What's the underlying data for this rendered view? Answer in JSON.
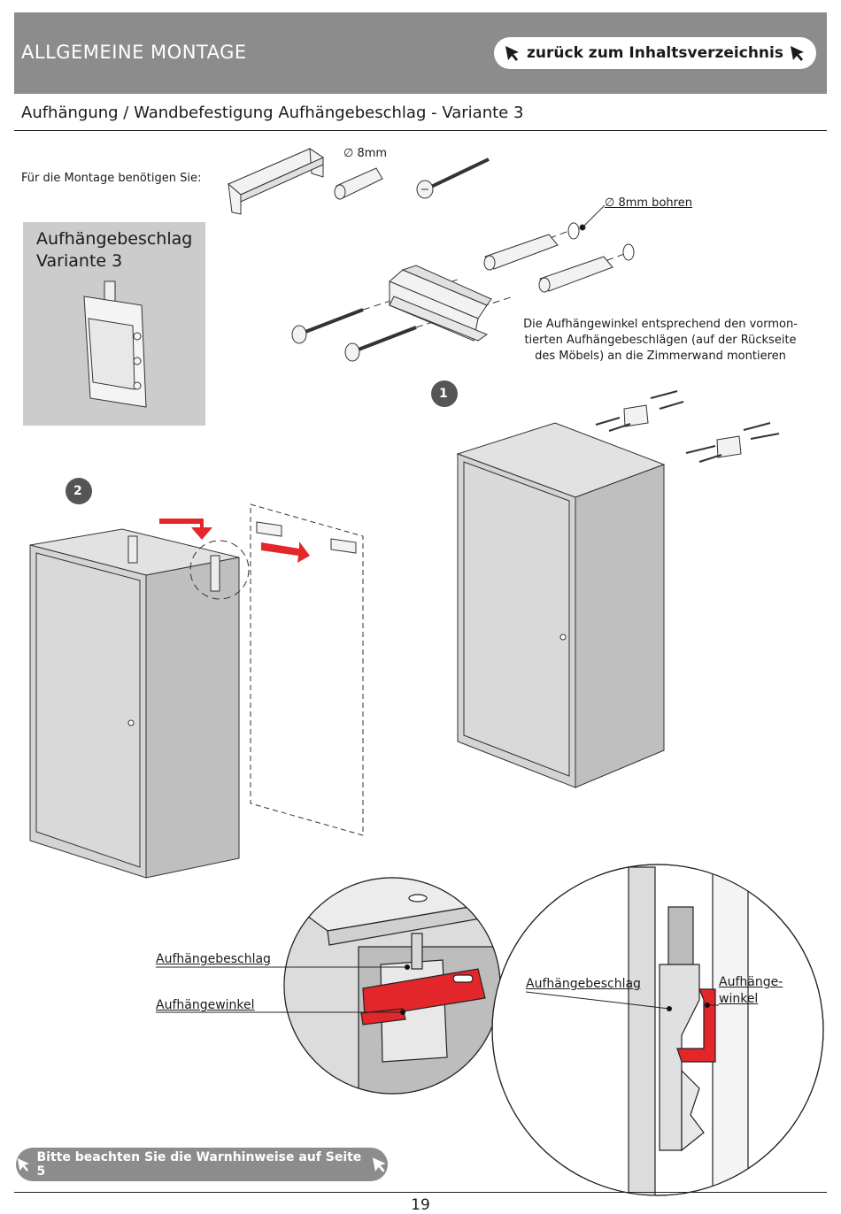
{
  "header": {
    "title": "ALLGEMEINE MONTAGE",
    "back_link": "zurück zum Inhaltsverzeichnis",
    "back_icon": "cursor-arrow-icon"
  },
  "subtitle": "Aufhängung / Wandbefestigung Aufhängebeschlag - Variante 3",
  "parts": {
    "needs_label": "Für die Montage benötigen Sie:",
    "dowel_label": "∅ 8mm"
  },
  "variant_box": {
    "title_line1": "Aufhängebeschlag",
    "title_line2": "Variante 3"
  },
  "drill_label": "∅ 8mm bohren",
  "instruction": {
    "line1": "Die Aufhängewinkel entsprechend den vormon-",
    "line2": "tierten Aufhängebeschlägen (auf der Rückseite",
    "line3": "des Möbels) an die Zimmerwand montieren"
  },
  "steps": [
    "1",
    "2"
  ],
  "detail_left": {
    "label_fitting": "Aufhängebeschlag",
    "label_angle": "Aufhängewinkel"
  },
  "detail_right": {
    "label_fitting": "Aufhängebeschlag",
    "label_angle_line1": "Aufhänge-",
    "label_angle_line2": "winkel"
  },
  "footer": {
    "warning": "Bitte beachten Sie die Warnhinweise auf Seite 5",
    "page_number": "19"
  },
  "colors": {
    "header_bg": "#8c8c8c",
    "accent_red": "#e3262a",
    "panel_grey": "#cccccc",
    "cabinet_grey": "#d4d4d4"
  }
}
